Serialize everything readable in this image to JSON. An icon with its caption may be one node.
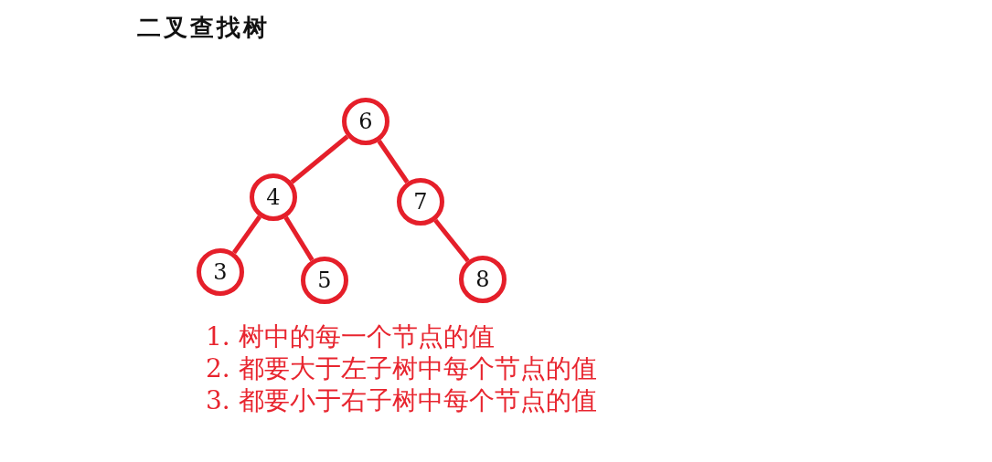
{
  "diagram": {
    "title": "二叉查找树",
    "nodes": [
      {
        "text": [
          "6"
        ]
      },
      {
        "text": [
          "4"
        ]
      },
      {
        "text": [
          "7"
        ]
      },
      {
        "text": [
          "3"
        ]
      },
      {
        "text": [
          "5"
        ]
      },
      {
        "text": [
          "8"
        ]
      }
    ],
    "edges": [
      {
        "from": 0,
        "to": 1,
        "arrow": "none"
      },
      {
        "from": 0,
        "to": 2,
        "arrow": "none"
      },
      {
        "from": 1,
        "to": 3,
        "arrow": "none"
      },
      {
        "from": 1,
        "to": 4,
        "arrow": "none"
      },
      {
        "from": 2,
        "to": 5,
        "arrow": "none"
      }
    ],
    "labels": [
      "1. 树中的每一个节点的值",
      "2. 都要大于左子树中每个节点的值",
      "3. 都要小于右子树中每个节点的值"
    ]
  }
}
